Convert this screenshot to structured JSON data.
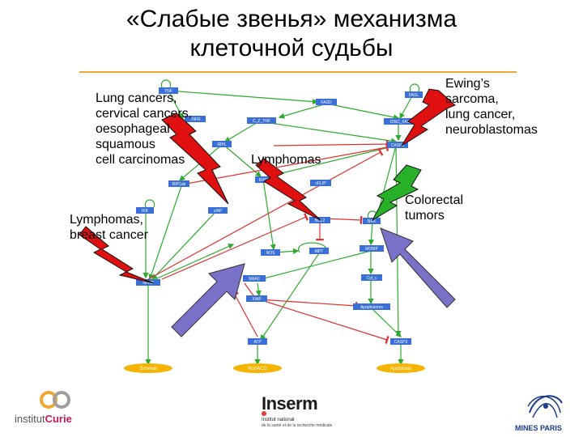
{
  "title": {
    "line1": "«Слабые звенья» механизма",
    "line2": "клеточной судьбы"
  },
  "annotations": {
    "lung_cervical": "Lung cancers,\ncervical cancers,\noesophageal\nsquamous\ncell carcinomas",
    "lymphomas_breast": "Lymphomas,\nbreast cancer",
    "lymphomas": "Lymphomas",
    "ewing": "Ewing’s\nsarcoma,\nlung cancer,\nneuroblastomas",
    "colorectal": "Colorectal\ntumors"
  },
  "nodes": {
    "tnf": "TNF",
    "fasl": "FASL",
    "fadd": "FADD",
    "tnfr": "TNFR",
    "disc_tnf": "C_Z_TNF",
    "disc_fas": "DISC_FAS",
    "ripl": "RIPL",
    "casp8": "CASP8",
    "ripk1": "RIP1K",
    "rip1ub": "RIP1ub",
    "cflip": "cFLIP",
    "ikk": "IKK",
    "ciap": "cIAP",
    "bcl2": "BCL2",
    "bax": "BAX",
    "ros": "ROS",
    "mpt": "MPT",
    "momp": "MOMP",
    "nfkb": "NFKB",
    "smac": "SMAC",
    "cytc": "Cyt_c",
    "xiap": "XIAP",
    "apoptosome": "Apoptosome",
    "atp": "ATP",
    "casp3": "CASP3",
    "survival": "Survival",
    "nonacd": "NonACD",
    "apoptosis": "Apoptosis"
  },
  "logos": {
    "curie_prefix": "institut",
    "curie_name": "Curie",
    "inserm": "Inserm",
    "inserm_sub1": "Institut national",
    "inserm_sub2": "de la santé et de la recherche médicale",
    "mines": "MINES PARIS"
  },
  "colors": {
    "activation": "#2eaa2e",
    "inhibition": "#e03030",
    "node_fill": "#3a6fd8",
    "output_fill": "#f5b400",
    "bolt_red": "#e01010",
    "bolt_green": "#28b028",
    "arrow_purple": "#7a72c8"
  }
}
